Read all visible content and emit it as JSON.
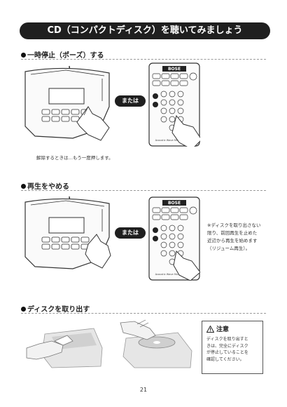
{
  "header": {
    "title": "CD（コンパクトディスク）を聴いてみましょう"
  },
  "sections": {
    "pause": {
      "heading": "一時停止（ポーズ）する",
      "or_label": "または",
      "note": "解除するときは…もう一度押します。"
    },
    "stop": {
      "heading": "再生をやめる",
      "or_label": "または",
      "note_lines": [
        "※ディスクを取り出さない",
        "限り、前回再生を止めた",
        "近辺から再生を始めます",
        "（リジューム再生）。"
      ]
    },
    "eject": {
      "heading": "ディスクを取り出す"
    }
  },
  "remote": {
    "brand": "BOSE",
    "footer": "Acoustic Wave Music system II"
  },
  "caution": {
    "title": "注意",
    "body_lines": [
      "ディスクを取り出すと",
      "きは、完全にディスク",
      "が停止していることを",
      "確認してください。"
    ]
  },
  "page": {
    "number": "21"
  },
  "colors": {
    "dark_bar": "#1f1f1f",
    "line": "#333333"
  }
}
